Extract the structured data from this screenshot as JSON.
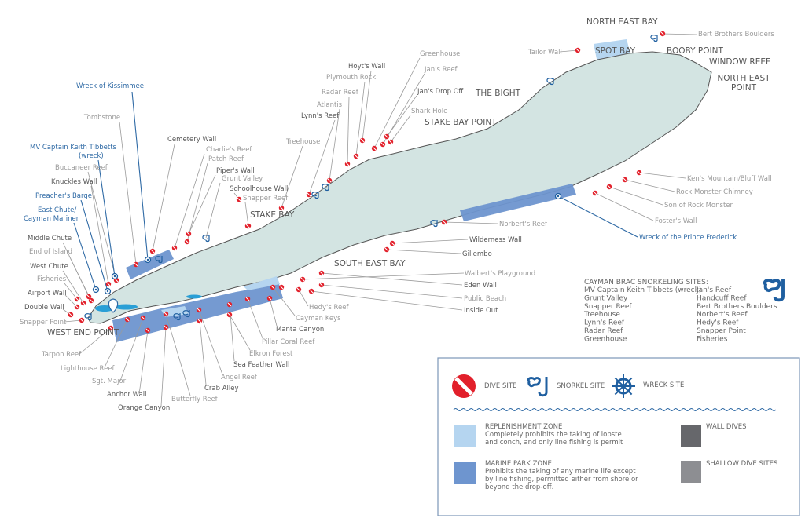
{
  "areas": {
    "north_east_bay": "NORTH EAST BAY",
    "spot_bay": "SPOT BAY",
    "booby_point": "BOOBY POINT",
    "window_reef": "WINDOW REEF",
    "north_east_point_1": "NORTH EAST",
    "north_east_point_2": "POINT",
    "the_bight": "THE BIGHT",
    "stake_bay_point": "STAKE BAY POINT",
    "stake_bay": "STAKE BAY",
    "south_east_bay": "SOUTH EAST BAY",
    "west_end_point": "WEST END POINT"
  },
  "sites": {
    "wreck_of_kissimmee": "Wreck of Kissimmee",
    "tombstone": "Tombstone",
    "cemetery_wall": "Cemetery Wall",
    "charlies_reef": "Charlie's Reef",
    "patch_reef": "Patch Reef",
    "pipers_wall": "Piper's Wall",
    "grunt_valley": "Grunt Valley",
    "schoolhouse_wall": "Schoolhouse Wall",
    "snapper_reef": "Snapper Reef",
    "mv_tibbetts_1": "MV Captain Keith Tibbetts",
    "mv_tibbetts_2": "(wreck)",
    "buccaneer_reef": "Buccaneer Reef",
    "knuckles_wall": "Knuckles Wall",
    "preachers_barge": "Preacher's Barge",
    "east_chute_1": "East Chute/",
    "east_chute_2": "Cayman Mariner",
    "middle_chute": "Middle Chute",
    "end_of_island": "End of Island",
    "west_chute": "West Chute",
    "fisheries": "Fisheries",
    "airport_wall": "Airport Wall",
    "double_wall": "Double Wall",
    "snapper_point": "Snapper Point",
    "tarpon_reef": "Tarpon Reef",
    "lighthouse_reef": "Lighthouse Reef",
    "sgt_major": "Sgt. Major",
    "anchor_wall": "Anchor Wall",
    "orange_canyon": "Orange Canyon",
    "butterfly_reef": "Butterfly Reef",
    "crab_alley": "Crab Alley",
    "angel_reef": "Angel Reef",
    "sea_feather_wall": "Sea Feather Wall",
    "elkron_forest": "Elkron Forest",
    "pillar_coral_reef": "Pillar Coral Reef",
    "manta_canyon": "Manta Canyon",
    "cayman_keys": "Cayman Keys",
    "hedys_reef": "Hedy's Reef",
    "walberts_playground": "Walbert's Playground",
    "eden_wall": "Eden Wall",
    "public_beach": "Public Beach",
    "inside_out": "Inside Out",
    "gillembo": "Gillembo",
    "wilderness_wall": "Wilderness Wall",
    "norberts_reef": "Norbert's Reef",
    "kens_mountain": "Ken's Mountain/Bluff Wall",
    "rock_monster_chimney": "Rock Monster Chimney",
    "son_of_rock_monster": "Son of Rock Monster",
    "fosters_wall": "Foster's Wall",
    "prince_frederick": "Wreck of the Prince Frederick",
    "tailor_wall": "Tailor Wall",
    "bert_brothers": "Bert Brothers Boulders",
    "hoyts_wall": "Hoyt's Wall",
    "greenhouse": "Greenhouse",
    "plymouth_rock": "Plymouth Rock",
    "jans_reef": "Jan's Reef",
    "radar_reef": "Radar Reef",
    "jans_drop_off": "Jan's Drop Off",
    "atlantis": "Atlantis",
    "shark_hole": "Shark Hole",
    "lynns_reef": "Lynn's Reef",
    "treehouse": "Treehouse"
  },
  "snorkeling": {
    "title": "CAYMAN BRAC SNORKELING SITES:",
    "col1": [
      "MV Captain Keith Tibbets (wreck)",
      "Grunt Valley",
      "Snapper Reef",
      "Treehouse",
      "Lynn's Reef",
      "Radar Reef",
      "Greenhouse"
    ],
    "col2": [
      "Jan's Reef",
      "Handcuff Reef",
      "Bert Brothers Boulders",
      "Norbert's Reef",
      "Hedy's Reef",
      "Snapper Point",
      "Fisheries"
    ]
  },
  "legend": {
    "dive_site": "DIVE SITE",
    "snorkel_site": "SNORKEL SITE",
    "wreck_site": "WRECK SITE",
    "replenishment_title": "REPLENISHMENT ZONE",
    "replenishment_1": "Completely prohibits the taking of lobste",
    "replenishment_2": "and conch, and only line fishing is permit",
    "marine_park_title": "MARINE PARK ZONE",
    "marine_park_1": "Prohibits the taking of any marine life except",
    "marine_park_2": "by line fishing, permitted either from shore or",
    "marine_park_3": "beyond the drop-off.",
    "wall_dives": "WALL DIVES",
    "shallow_dives": "SHALLOW DIVE SITES"
  },
  "colors": {
    "land": "#d3e4e2",
    "marine_park": "#6e95cf",
    "replenishment": "#b5d5f0",
    "dive": "#e2202b",
    "snorkel": "#1f5fa0",
    "wall": "#66676b",
    "shallow": "#8d8e92"
  }
}
